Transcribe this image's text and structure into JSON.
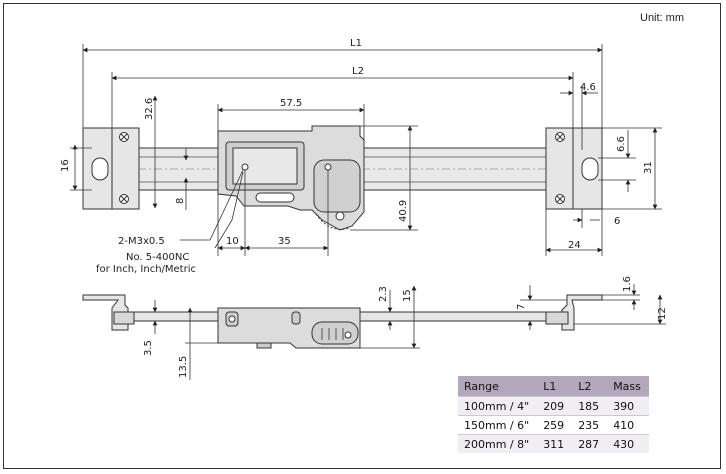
{
  "unit_label": "Unit: mm",
  "dimensions": {
    "L1": "L1",
    "L2": "L2",
    "d4_6": "4.6",
    "d57_5": "57.5",
    "d32_6": "32.6",
    "d16": "16",
    "d8": "8",
    "d6_6": "6.6",
    "d31": "31",
    "d40_9": "40.9",
    "d6": "6",
    "d24": "24",
    "d10": "10",
    "d35": "35",
    "d2_3": "2.3",
    "d15": "15",
    "d7": "7",
    "d1_6": "1.6",
    "d12": "12",
    "d3_5": "3.5",
    "d13_5": "13.5"
  },
  "callouts": {
    "m3": "2-M3x0.5",
    "nc_line1": "No. 5-400NC",
    "nc_line2": "for Inch, Inch/Metric"
  },
  "table": {
    "headers": [
      "Range",
      "L1",
      "L2",
      "Mass"
    ],
    "rows": [
      [
        "100mm / 4\"",
        "209",
        "185",
        "390"
      ],
      [
        "150mm / 6\"",
        "259",
        "235",
        "410"
      ],
      [
        "200mm / 8\"",
        "311",
        "287",
        "430"
      ]
    ]
  }
}
